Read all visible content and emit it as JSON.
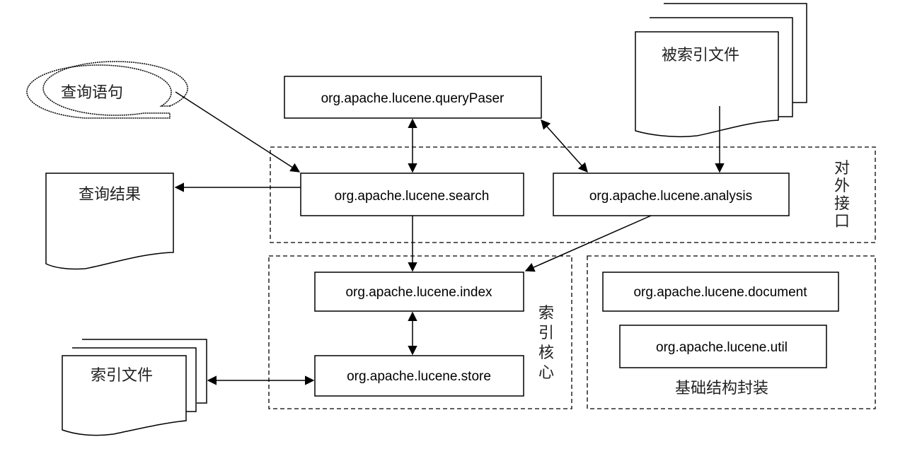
{
  "nodes": {
    "query_statement": "查询语句",
    "query_result": "查询结果",
    "indexed_files": "被索引文件",
    "index_files": "索引文件",
    "query_parser": "org.apache.lucene.queryPaser",
    "search": "org.apache.lucene.search",
    "analysis": "org.apache.lucene.analysis",
    "index": "org.apache.lucene.index",
    "store": "org.apache.lucene.store",
    "document": "org.apache.lucene.document",
    "util": "org.apache.lucene.util"
  },
  "groups": {
    "external_interface": [
      "对",
      "外",
      "接",
      "口"
    ],
    "index_core": [
      "索",
      "引",
      "核",
      "心"
    ],
    "base_structure": "基础结构封装"
  }
}
